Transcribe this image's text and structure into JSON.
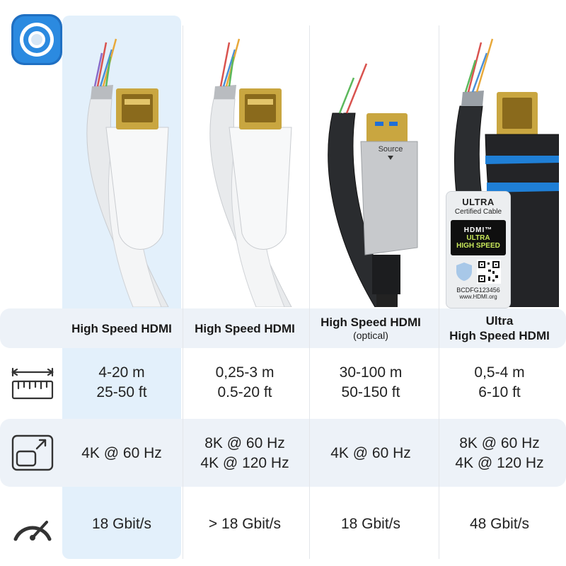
{
  "colors": {
    "accent": "#1f7fd6",
    "highlight": "#e3f0fb",
    "band": "#edf2f8"
  },
  "logo": {
    "icon": "brand-ring-icon"
  },
  "columns": [
    {
      "title": "High Speed HDMI",
      "subtitle": "",
      "length_m": "4-20 m",
      "length_ft": "25-50 ft",
      "resolution": [
        "4K @ 60 Hz"
      ],
      "bandwidth": "18 Gbit/s"
    },
    {
      "title": "High Speed HDMI",
      "subtitle": "",
      "length_m": "0,25-3 m",
      "length_ft": "0.5-20 ft",
      "resolution": [
        "8K @ 60 Hz",
        "4K @ 120 Hz"
      ],
      "bandwidth": "> 18 Gbit/s"
    },
    {
      "title": "High Speed HDMI",
      "subtitle": "(optical)",
      "length_m": "30-100 m",
      "length_ft": "50-150 ft",
      "resolution": [
        "4K @ 60 Hz"
      ],
      "bandwidth": "18 Gbit/s"
    },
    {
      "title": "Ultra",
      "title2": "High Speed HDMI",
      "subtitle": "",
      "length_m": "0,5-4 m",
      "length_ft": "6-10 ft",
      "resolution": [
        "8K @ 60 Hz",
        "4K @ 120 Hz"
      ],
      "bandwidth": "48 Gbit/s"
    }
  ],
  "row_icons": {
    "length": "ruler-icon",
    "resolution": "screen-resize-icon",
    "bandwidth": "speedometer-icon"
  },
  "optical_label": "Source",
  "badge": {
    "line1": "ULTRA",
    "line2": "Certified Cable",
    "hdmi": "HDMI™",
    "ultra1": "ULTRA",
    "ultra2": "HIGH SPEED",
    "code": "BCDFG123456",
    "url": "www.HDMI.org"
  }
}
